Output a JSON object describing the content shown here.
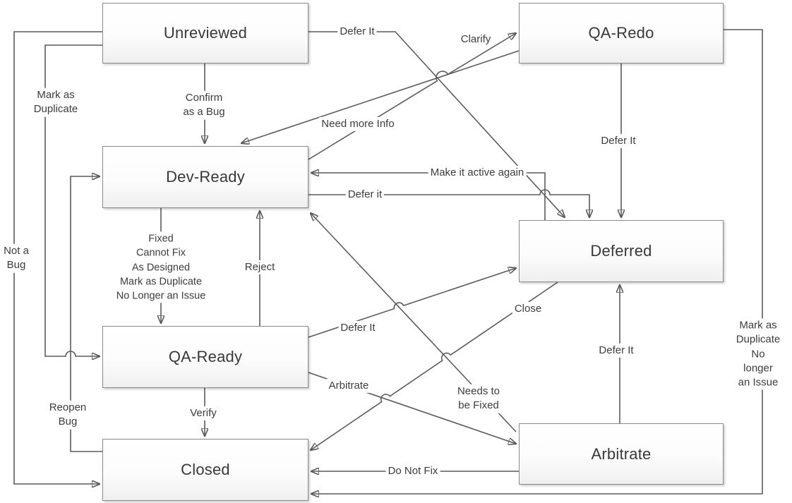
{
  "diagram": {
    "description": "Bug workflow state diagram",
    "colors": {
      "line": "#5b5b5b",
      "text": "#3d3d3d",
      "node_border": "#8a8a8a"
    },
    "nodes": {
      "unreviewed": {
        "label": "Unreviewed"
      },
      "qa_redo": {
        "label": "QA-Redo"
      },
      "dev_ready": {
        "label": "Dev-Ready"
      },
      "deferred": {
        "label": "Deferred"
      },
      "qa_ready": {
        "label": "QA-Ready"
      },
      "arbitrate": {
        "label": "Arbitrate"
      },
      "closed": {
        "label": "Closed"
      }
    },
    "edges": {
      "unreviewed_confirm": {
        "label": "Confirm\nas a Bug",
        "from": "Unreviewed",
        "to": "Dev-Ready"
      },
      "unreviewed_defer": {
        "label": "Defer It",
        "from": "Unreviewed",
        "to": "Deferred"
      },
      "unreviewed_not_a_bug": {
        "label": "Not a\nBug",
        "from": "Unreviewed",
        "to": "Closed"
      },
      "unreviewed_mark_duplicate": {
        "label": "Mark as\nDuplicate",
        "from": "Unreviewed",
        "to": "QA-Ready"
      },
      "devready_clarify": {
        "label": "Clarify",
        "from": "Dev-Ready",
        "to": "QA-Redo"
      },
      "qaredo_need_more_info": {
        "label": "Need more Info",
        "from": "QA-Redo",
        "to": "Dev-Ready"
      },
      "qaredo_defer": {
        "label": "Defer It",
        "from": "QA-Redo",
        "to": "Deferred"
      },
      "qaredo_mark_duplicate": {
        "label": "Mark as\nDuplicate\nNo longer\nan Issue",
        "from": "QA-Redo",
        "to": "Closed"
      },
      "deferred_make_active": {
        "label": "Make it active again",
        "from": "Deferred",
        "to": "Dev-Ready"
      },
      "devready_defer": {
        "label": "Defer it",
        "from": "Dev-Ready",
        "to": "Deferred"
      },
      "devready_resolve": {
        "label": "Fixed\nCannot Fix\nAs Designed\nMark as Duplicate\nNo Longer an Issue",
        "from": "Dev-Ready",
        "to": "QA-Ready"
      },
      "qaready_reject": {
        "label": "Reject",
        "from": "QA-Ready",
        "to": "Dev-Ready"
      },
      "qaready_defer": {
        "label": "Defer It",
        "from": "QA-Ready",
        "to": "Deferred"
      },
      "qaready_arbitrate": {
        "label": "Arbitrate",
        "from": "QA-Ready",
        "to": "Arbitrate"
      },
      "qaready_verify": {
        "label": "Verify",
        "from": "QA-Ready",
        "to": "Closed"
      },
      "deferred_close": {
        "label": "Close",
        "from": "Deferred",
        "to": "Closed"
      },
      "arbitrate_needs_fixed": {
        "label": "Needs to\nbe Fixed",
        "from": "Arbitrate",
        "to": "Dev-Ready"
      },
      "arbitrate_defer": {
        "label": "Defer It",
        "from": "Arbitrate",
        "to": "Deferred"
      },
      "arbitrate_do_not_fix": {
        "label": "Do Not Fix",
        "from": "Arbitrate",
        "to": "Closed"
      },
      "closed_reopen": {
        "label": "Reopen\nBug",
        "from": "Closed",
        "to": "Dev-Ready"
      }
    }
  }
}
